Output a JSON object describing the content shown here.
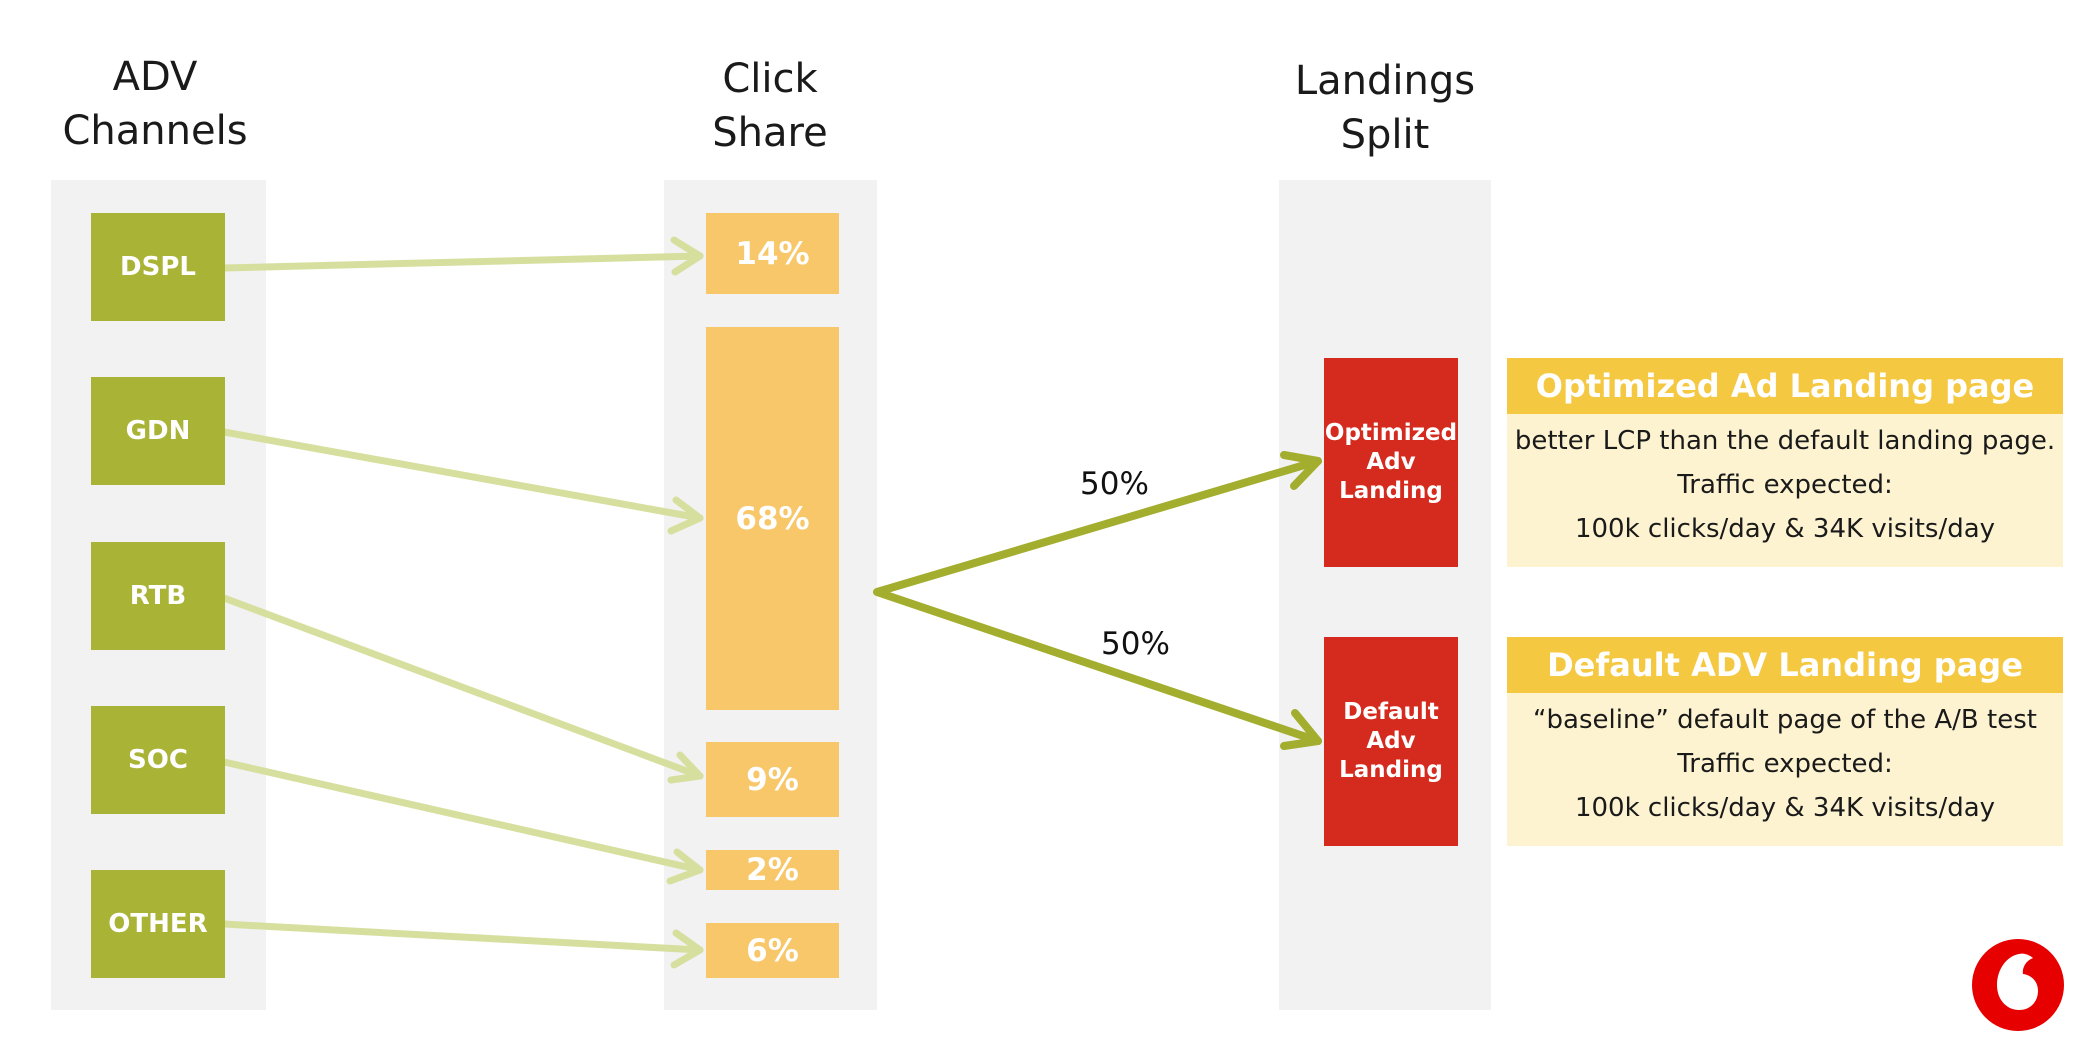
{
  "columns": {
    "adv_channels": {
      "line1": "ADV",
      "line2": "Channels"
    },
    "click_share": {
      "line1": "Click",
      "line2": "Share"
    },
    "landings_split": {
      "line1": "Landings",
      "line2": "Split"
    }
  },
  "channels": [
    "DSPL",
    "GDN",
    "RTB",
    "SOC",
    "OTHER"
  ],
  "click_shares": [
    "14%",
    "68%",
    "9%",
    "2%",
    "6%"
  ],
  "split": {
    "top_pct": "50%",
    "bottom_pct": "50%"
  },
  "landings": {
    "optimized": {
      "line1": "Optimized",
      "line2": "Adv",
      "line3": "Landing"
    },
    "default": {
      "line1": "Default",
      "line2": "Adv",
      "line3": "Landing"
    }
  },
  "info_panels": {
    "optimized": {
      "title": "Optimized Ad Landing page",
      "line1": "better LCP than the default landing page.",
      "line2": "Traffic expected:",
      "line3": "100k clicks/day  & 34K visits/day"
    },
    "default": {
      "title": "Default ADV Landing page",
      "line1": "“baseline” default page of the A/B test",
      "line2": "Traffic expected:",
      "line3": "100k clicks/day  & 34K visits/day"
    }
  },
  "colors": {
    "channel_green": "#a9b336",
    "share_yellow": "#f7c76a",
    "landing_red": "#d52b1e",
    "panel_head_yellow": "#f5c842",
    "panel_body_cream": "#fdf3d1",
    "arrow_light_green": "#d7df9e",
    "arrow_dark_green": "#a3ad2e",
    "logo_red": "#e60000"
  },
  "logo_icon": "vodafone-speech-mark-icon"
}
